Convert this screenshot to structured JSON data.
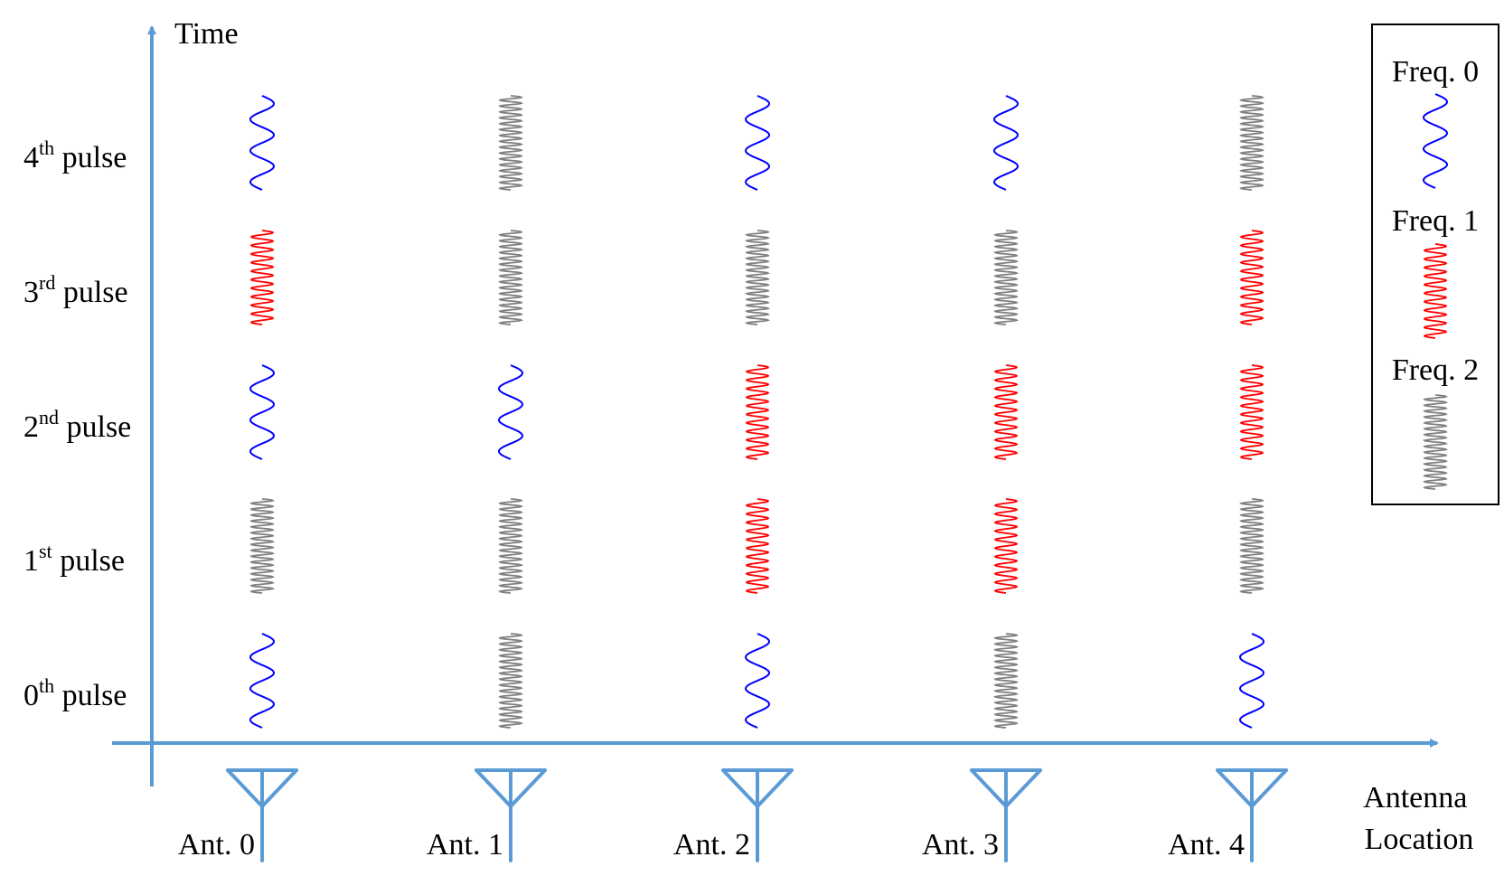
{
  "axes": {
    "y_label": "Time",
    "x_label_line1": "Antenna",
    "x_label_line2": "Location"
  },
  "pulses": [
    {
      "num": "0",
      "sup": "th",
      "suffix": " pulse"
    },
    {
      "num": "1",
      "sup": "st",
      "suffix": " pulse"
    },
    {
      "num": "2",
      "sup": "nd",
      "suffix": " pulse"
    },
    {
      "num": "3",
      "sup": "rd",
      "suffix": " pulse"
    },
    {
      "num": "4",
      "sup": "th",
      "suffix": " pulse"
    }
  ],
  "antennas": [
    "Ant. 0",
    "Ant. 1",
    "Ant. 2",
    "Ant. 3",
    "Ant. 4"
  ],
  "frequencies": [
    {
      "label": "Freq. 0",
      "color": "#0000ff",
      "cycles": 3
    },
    {
      "label": "Freq. 1",
      "color": "#ff0000",
      "cycles": 11
    },
    {
      "label": "Freq. 2",
      "color": "#808080",
      "cycles": 16
    }
  ],
  "grid": [
    [
      0,
      2,
      0,
      2,
      0
    ],
    [
      2,
      2,
      1,
      1,
      2
    ],
    [
      0,
      0,
      1,
      1,
      1
    ],
    [
      1,
      2,
      2,
      2,
      1
    ],
    [
      0,
      2,
      0,
      0,
      2
    ]
  ],
  "grid_note": "grid[pulse][antenna] = frequency index",
  "colors": {
    "axis": "#5b9bd5",
    "legend_border": "#000000"
  }
}
